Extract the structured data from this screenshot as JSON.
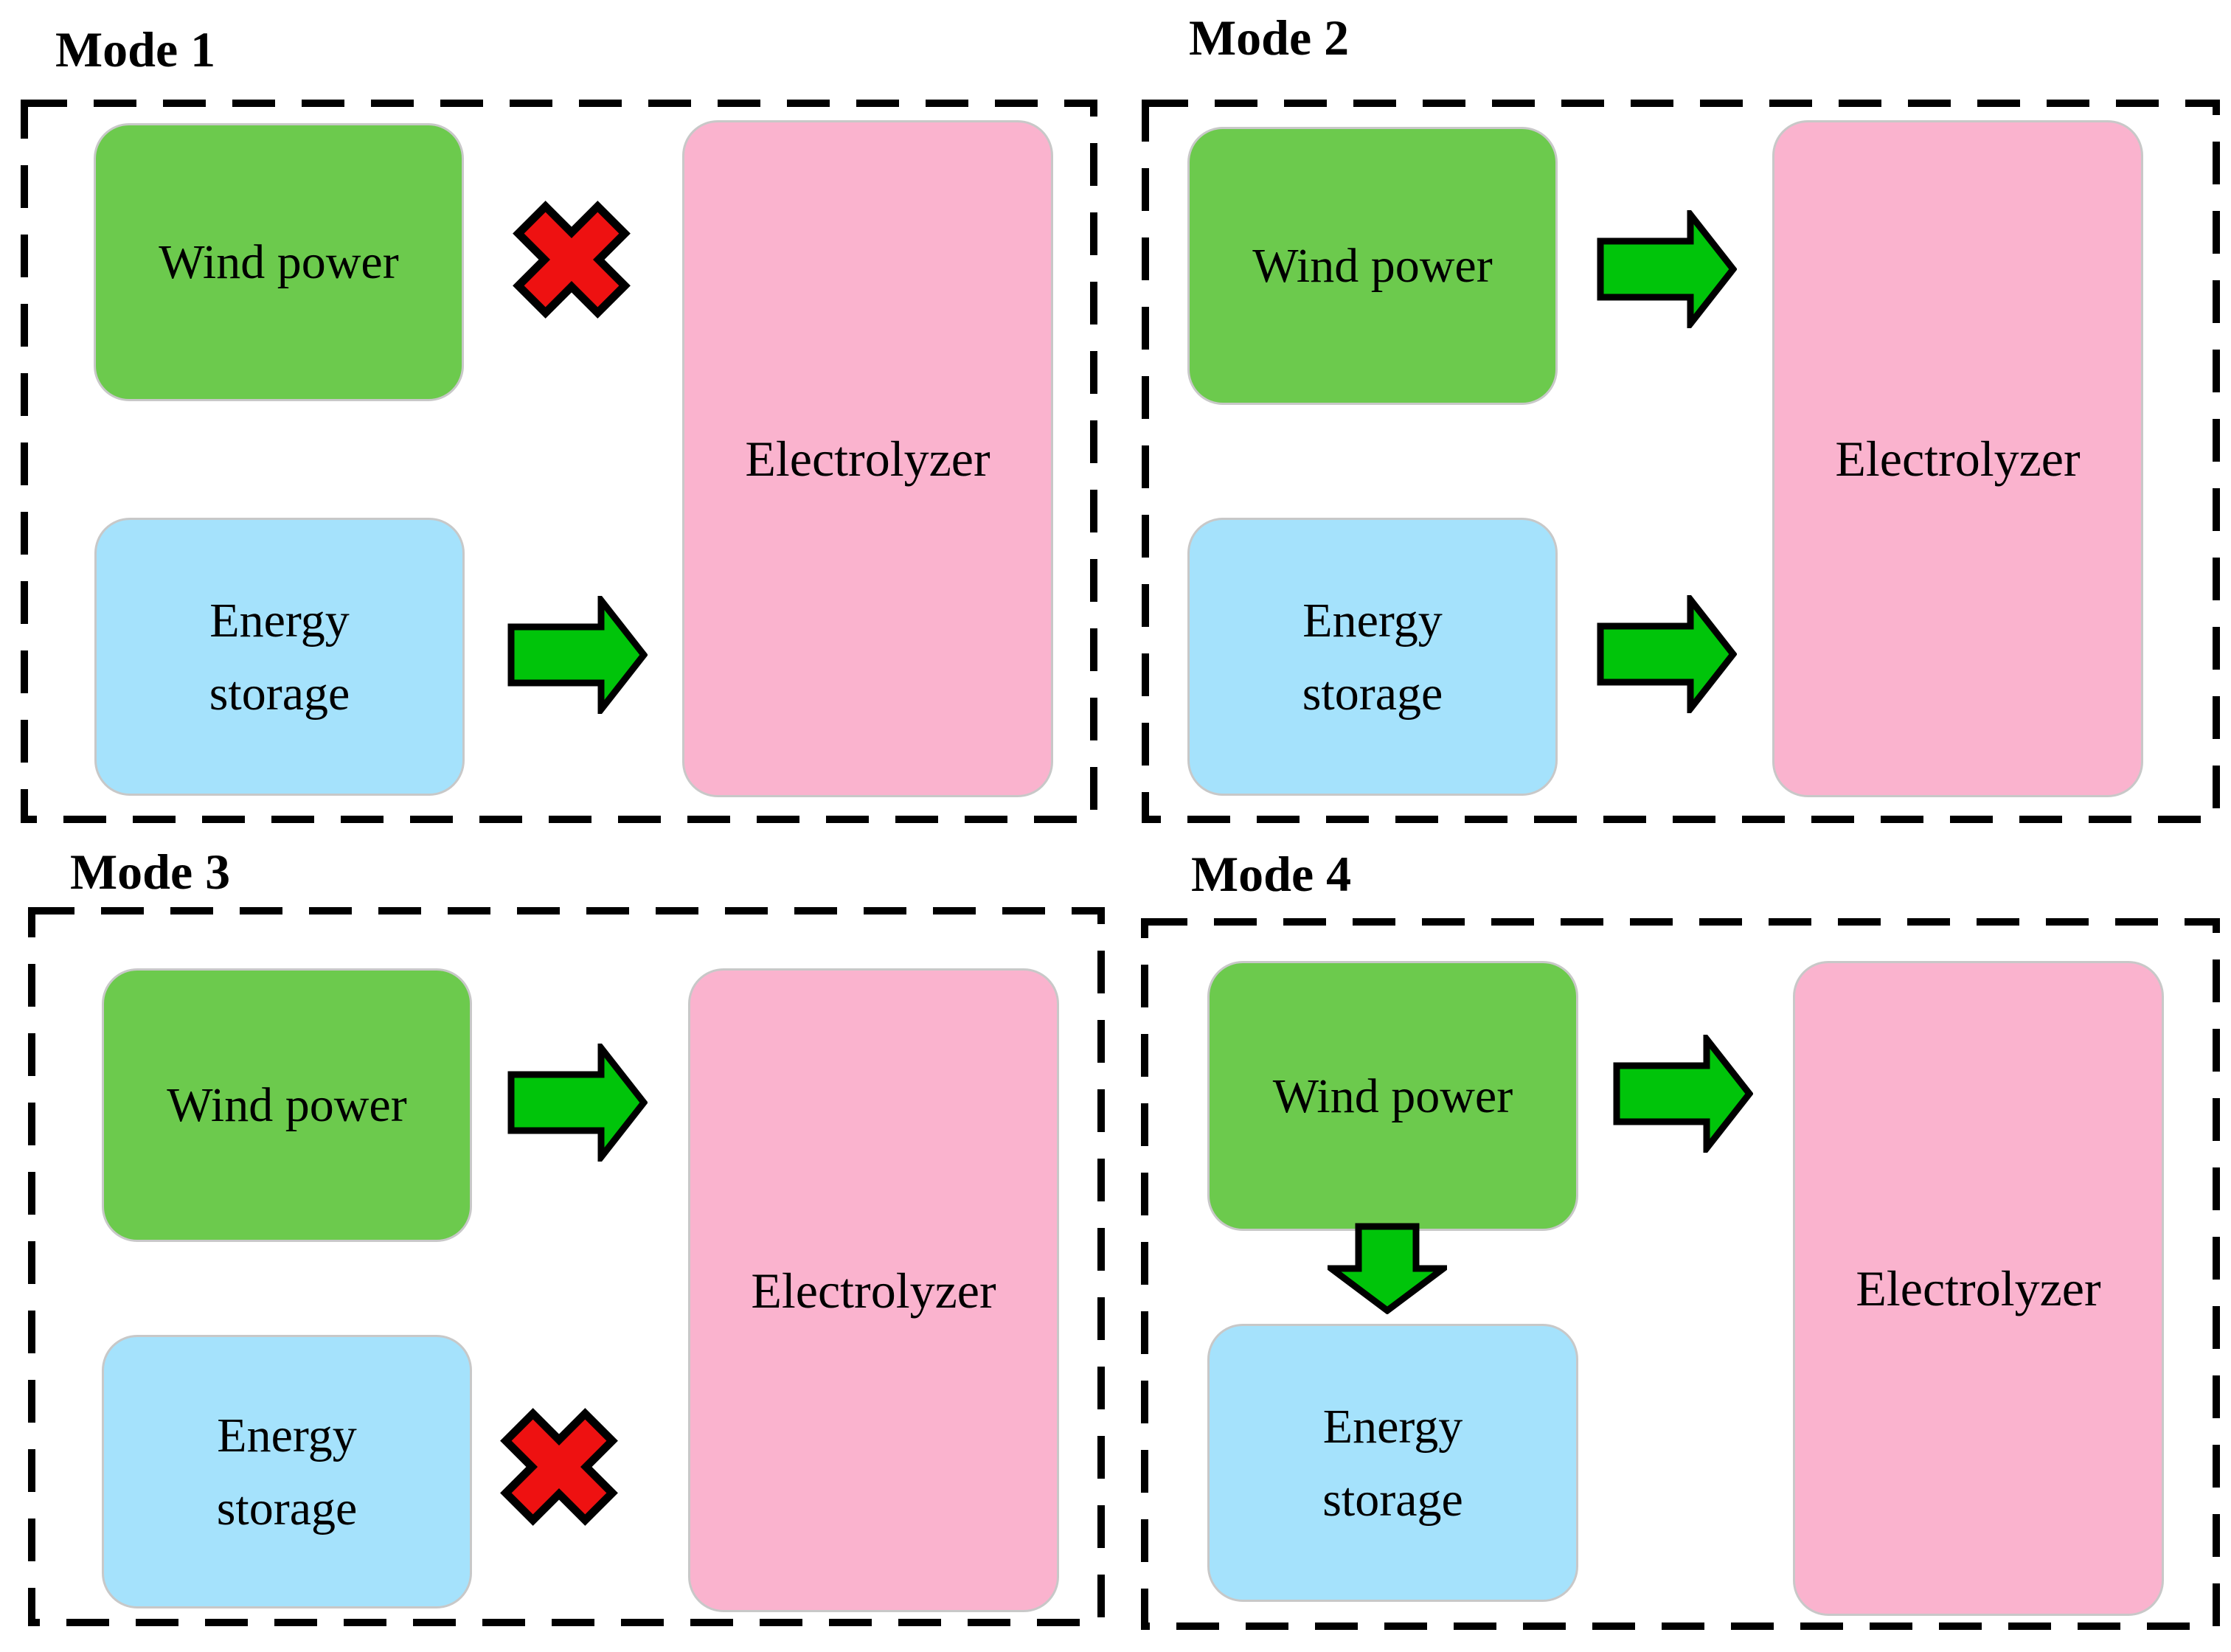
{
  "figure": {
    "description": "Four operating modes of a wind power / energy storage / electrolyzer system",
    "background": "#ffffff"
  },
  "colors": {
    "wind_box": "#6cca4d",
    "storage_box": "#a5e2fc",
    "electrolyzer_box": "#fab3ce",
    "box_border": "#c8c8c8",
    "arrow_green": "#00c40a",
    "cross_red": "#ee1111",
    "dashed_border": "#000000",
    "text": "#000000"
  },
  "modes": [
    {
      "title": "Mode 1",
      "wind_label": "Wind power",
      "storage_label": "Energy storage",
      "electrolyzer_label": "Electrolyzer",
      "connections": {
        "wind_to_electrolyzer": "blocked",
        "storage_to_electrolyzer": "active",
        "wind_to_storage": "none"
      }
    },
    {
      "title": "Mode 2",
      "wind_label": "Wind power",
      "storage_label": "Energy storage",
      "electrolyzer_label": "Electrolyzer",
      "connections": {
        "wind_to_electrolyzer": "active",
        "storage_to_electrolyzer": "active",
        "wind_to_storage": "none"
      }
    },
    {
      "title": "Mode 3",
      "wind_label": "Wind power",
      "storage_label": "Energy storage",
      "electrolyzer_label": "Electrolyzer",
      "connections": {
        "wind_to_electrolyzer": "active",
        "storage_to_electrolyzer": "blocked",
        "wind_to_storage": "none"
      }
    },
    {
      "title": "Mode 4",
      "wind_label": "Wind power",
      "storage_label": "Energy storage",
      "electrolyzer_label": "Electrolyzer",
      "connections": {
        "wind_to_electrolyzer": "active",
        "storage_to_electrolyzer": "none",
        "wind_to_storage": "active"
      }
    }
  ]
}
